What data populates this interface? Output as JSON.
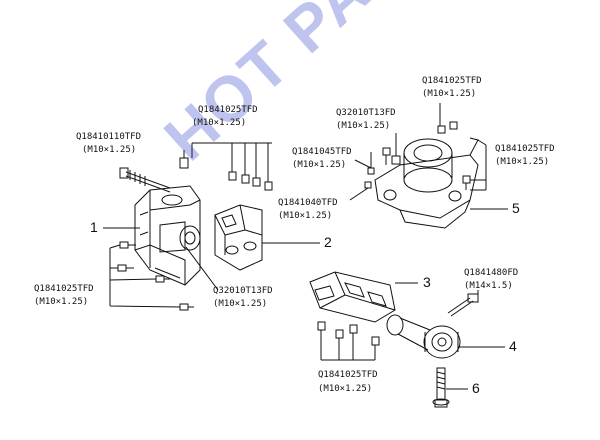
{
  "watermark": "HOT PARTS",
  "labels": {
    "top_bolts_code": "Q1841025TFD",
    "top_bolts_size": "(M10×1.25)",
    "long_bolt_code": "Q18410110TFD",
    "long_bolt_size": "(M10×1.25)",
    "left_bolts_code": "Q1841025TFD",
    "left_bolts_size": "(M10×1.25)",
    "nut_left_code": "Q32010T13FD",
    "nut_left_size": "(M10×1.25)",
    "right_top_code": "Q1841025TFD",
    "right_top_size": "(M10×1.25)",
    "nut_right_code": "Q32010T13FD",
    "nut_right_size": "(M10×1.25)",
    "bolt_045_code": "Q1841045TFD",
    "bolt_045_size": "(M10×1.25)",
    "right_side_code": "Q1841025TFD",
    "right_side_size": "(M10×1.25)",
    "bolt_040_code": "Q1841040TFD",
    "bolt_040_size": "(M10×1.25)",
    "bolt_480_code": "Q1841480FD",
    "bolt_480_size": "(M14×1.5)",
    "bottom_bolts_code": "Q1841025TFD",
    "bottom_bolts_size": "(M10×1.25)"
  },
  "callouts": {
    "part_1": "1",
    "part_2": "2",
    "part_3": "3",
    "part_4": "4",
    "part_5": "5",
    "part_6": "6"
  },
  "colors": {
    "line": "#111111",
    "watermark": "#2a3cc8"
  }
}
